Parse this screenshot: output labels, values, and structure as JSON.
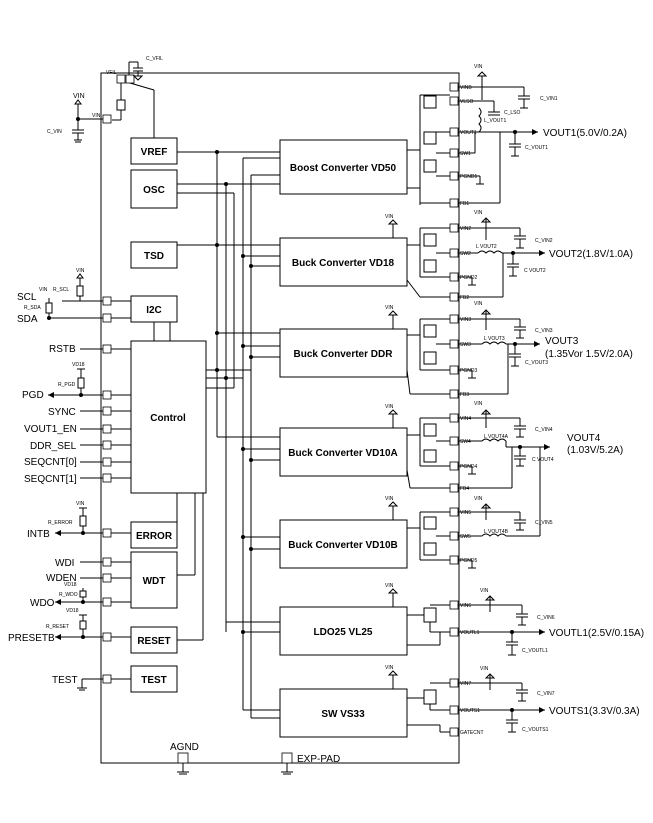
{
  "blocks": {
    "vref": "VREF",
    "osc": "OSC",
    "tsd": "TSD",
    "i2c": "I2C",
    "control": "Control",
    "error": "ERROR",
    "wdt": "WDT",
    "reset": "RESET",
    "test": "TEST",
    "boost": "Boost Converter  VD50",
    "buck_vd18": "Buck Converter VD18",
    "buck_ddr": "Buck Converter DDR",
    "buck_vd10a": "Buck Converter VD10A",
    "buck_vd10b": "Buck Converter VD10B",
    "ldo25": "LDO25  VL25",
    "sw_vs33": "SW  VS33"
  },
  "left_signals": {
    "scl": "SCL",
    "sda": "SDA",
    "rstb": "RSTB",
    "pgd": "PGD",
    "sync": "SYNC",
    "vout1_en": "VOUT1_EN",
    "ddr_sel": "DDR_SEL",
    "seqcnt0": "SEQCNT[0]",
    "seqcnt1": "SEQCNT[1]",
    "intb": "INTB",
    "wdi": "WDI",
    "wden": "WDEN",
    "wdo": "WDO",
    "presetb": "PRESETB",
    "test": "TEST"
  },
  "passives": {
    "c_vfil": "C_VFIL",
    "vfil_pin": "VFIL",
    "c_vin": "C_VIN",
    "vin_pin": "VIN",
    "r_scl": "R_SCL",
    "r_sda": "R_SDA",
    "r_pgd": "R_PGD",
    "r_error": "R_ERROR",
    "r_wdo": "R_WDO",
    "r_reset": "R_RESET",
    "vd18": "VD18",
    "vin": "VIN",
    "c_lso": "C_LSO",
    "l_vout1": "L_VOUT1",
    "c_vin1": "C_VIN1",
    "c_vout1": "C_VOUT1",
    "c_vin2": "C_VIN2",
    "l_vout2": "L VOUT2",
    "c_vout2": "C VOUT2",
    "c_vin3": "C_VIN3",
    "l_vout3": "L VOUT3",
    "c_vout3": "C_VOUT3",
    "c_vin4": "C_VIN4",
    "l_vout4a": "L VOUT4A",
    "c_vout4": "C VOUT4",
    "c_vin5": "C_VIN5",
    "l_vout4b": "L VOUT4B",
    "c_vin6": "C_VIN6",
    "c_voutl1": "C_VOUTL1",
    "c_vin7": "C_VIN7",
    "c_vouts1": "C_VOUTS1"
  },
  "ic_pins": {
    "vinb": "VINB",
    "vlso": "VLSO",
    "vout1": "VOUT1",
    "sw1": "SW1",
    "pgnd1": "PGND1",
    "fb1": "FB1",
    "vin2": "VIN2",
    "sw2": "SW2",
    "pgnd2": "PGND2",
    "fb2": "FB2",
    "vin3": "VIN3",
    "sw3": "SW3",
    "pgnd3": "PGND3",
    "fb3": "FB3",
    "vin4": "VIN4",
    "sw4": "SW4",
    "pgnd4": "PGND4",
    "fb4": "FB4",
    "vin5": "VIN5",
    "sw5": "SW5",
    "pgnd5": "PGND5",
    "vin6": "VIN6",
    "voutl1": "VOUTL1",
    "vin7": "VIN7",
    "vouts1": "VOUTS1",
    "gatecnt": "GATECNT"
  },
  "outputs": {
    "vout1": "VOUT1(5.0V/0.2A)",
    "vout2": "VOUT2(1.8V/1.0A)",
    "vout3_line1": "VOUT3",
    "vout3_line2": "(1.35Vor 1.5V/2.0A)",
    "vout4_line1": "VOUT4",
    "vout4_line2": "(1.03V/5.2A)",
    "voutl1": "VOUTL1(2.5V/0.15A)",
    "vouts1": "VOUTS1(3.3V/0.3A)"
  },
  "bottom": {
    "agnd": "AGND",
    "exp_pad": "EXP-PAD"
  }
}
